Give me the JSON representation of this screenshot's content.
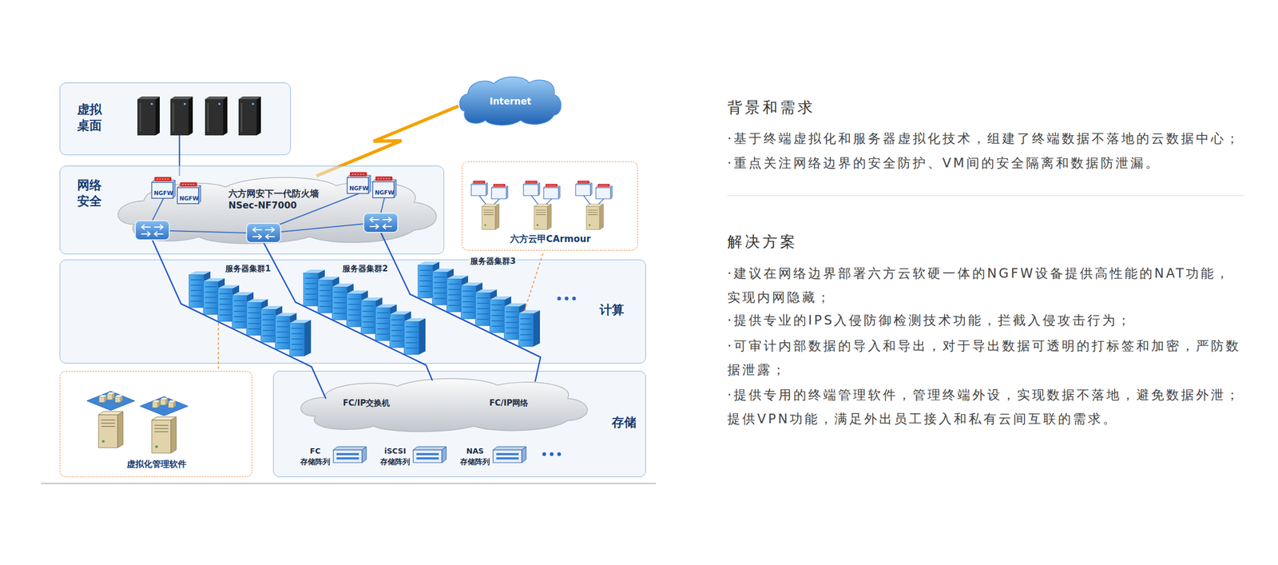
{
  "diagram": {
    "nodes": [
      {
        "text": [
          "虚拟 桌面"
        ]
      },
      {
        "text": [
          "Internet"
        ]
      },
      {
        "text": [
          "网络 安全"
        ]
      },
      {
        "text": [
          "六方网安下一代防火墙 NSec-NF7000"
        ],
        "in": 2
      },
      {
        "text": [
          "六方云甲CArmour"
        ]
      },
      {
        "text": [
          "计算"
        ]
      },
      {
        "text": [
          "虚拟化管理软件"
        ]
      },
      {
        "text": [
          "存储"
        ]
      },
      {
        "text": [
          "FC/IP交换机",
          "FC/IP网络"
        ],
        "in": 7
      }
    ],
    "edges": [
      {
        "from": 0,
        "to": 3,
        "arrow": "none"
      },
      {
        "from": 1,
        "to": 3,
        "arrow": "none"
      }
    ],
    "labels": [
      "NGFW",
      "NGFW",
      "NGFW",
      "NGFW",
      "服务器集群1",
      "服务器集群2",
      "服务器集群3",
      "FC 存储阵列",
      "iSCSI 存储阵列",
      "NAS 存储阵列",
      "背景和需求",
      "·基于终端虚拟化和服务器虚拟化技术，组建了终端数据不落地的云数据中心；",
      "·重点关注网络边界的安全防护、VM间的安全隔离和数据防泄漏。",
      "解决方案",
      "·建议在网络边界部署六方云软硬一体的NGFW设备提供高性能的NAT功能， 实现内网隐藏；",
      "·提供专业的IPS入侵防御检测技术功能，拦截入侵攻击行为；",
      "·可审计内部数据的导入和导出，对于导出数据可透明的打标签和加密，严防数 据泄露；",
      "·提供专用的终端管理软件，管理终端外设，实现数据不落地，避免数据外泄； 提供VPN功能，满足外出员工接入和私有云间互联的需求。"
    ]
  }
}
